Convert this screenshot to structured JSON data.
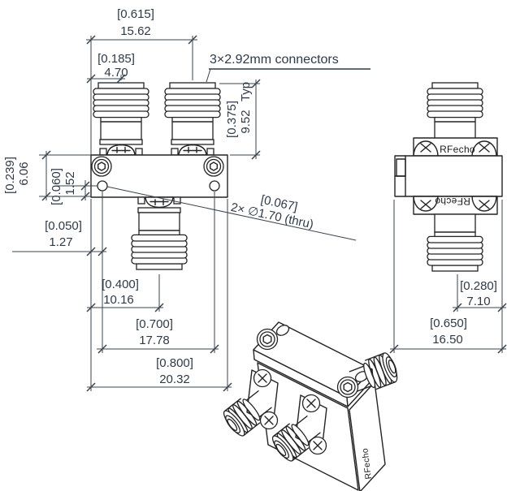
{
  "drawing": {
    "note": "3×2.92mm connectors",
    "brand": "RFecho",
    "hole_note": {
      "inch": "[0.067]",
      "label": "2× ∅1.70 (thru)"
    },
    "front": {
      "top_span": {
        "inch": "[0.615]",
        "mm": "15.62"
      },
      "top_offset": {
        "inch": "[0.185]",
        "mm": "4.70"
      },
      "conn_height": {
        "inch": "[0.375]",
        "mm": "9.52",
        "typ": "Typ"
      },
      "body_height": {
        "inch": "[0.239]",
        "mm": "6.06"
      },
      "hole_from_bottom": {
        "inch": "[0.060]",
        "mm": "1.52"
      },
      "hole_from_edge": {
        "inch": "[0.050]",
        "mm": "1.27"
      },
      "port3_offset": {
        "inch": "[0.400]",
        "mm": "10.16"
      },
      "hole_span": {
        "inch": "[0.700]",
        "mm": "17.78"
      },
      "total_width": {
        "inch": "[0.800]",
        "mm": "20.32"
      }
    },
    "side": {
      "port_offset": {
        "inch": "[0.280]",
        "mm": "7.10"
      },
      "total_depth": {
        "inch": "[0.650]",
        "mm": "16.50"
      }
    },
    "colors": {
      "line": "#242424",
      "dim_text": "#2e3a47",
      "background": "#ffffff"
    }
  }
}
